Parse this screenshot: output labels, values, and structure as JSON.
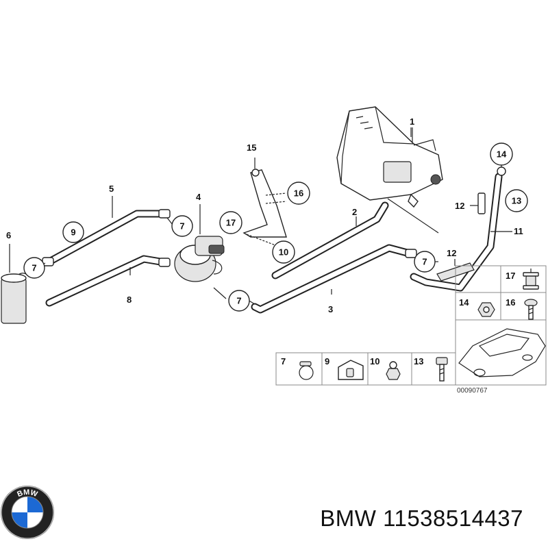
{
  "labels": {
    "l1": "1",
    "l2": "2",
    "l3": "3",
    "l4": "4",
    "l5": "5",
    "l6": "6",
    "l7a": "7",
    "l7b": "7",
    "l7c": "7",
    "l7d": "7",
    "l8": "8",
    "l9": "9",
    "l10": "10",
    "l11": "11",
    "l12a": "12",
    "l12b": "12",
    "l13": "13",
    "l14": "14",
    "l15": "15",
    "l16": "16",
    "l17": "17"
  },
  "inset_right": {
    "a": "17",
    "b": "14",
    "c": "16"
  },
  "inset_bottom": {
    "a": "7",
    "b": "9",
    "c": "10",
    "d": "13"
  },
  "drawing_code": "00090767",
  "logo": {
    "letters": "BMW"
  },
  "footer": {
    "brand": "BMW",
    "part_number": "11538514437"
  },
  "colors": {
    "logo_blue": "#1c69d4",
    "logo_ring": "#222222",
    "line": "#222222"
  }
}
